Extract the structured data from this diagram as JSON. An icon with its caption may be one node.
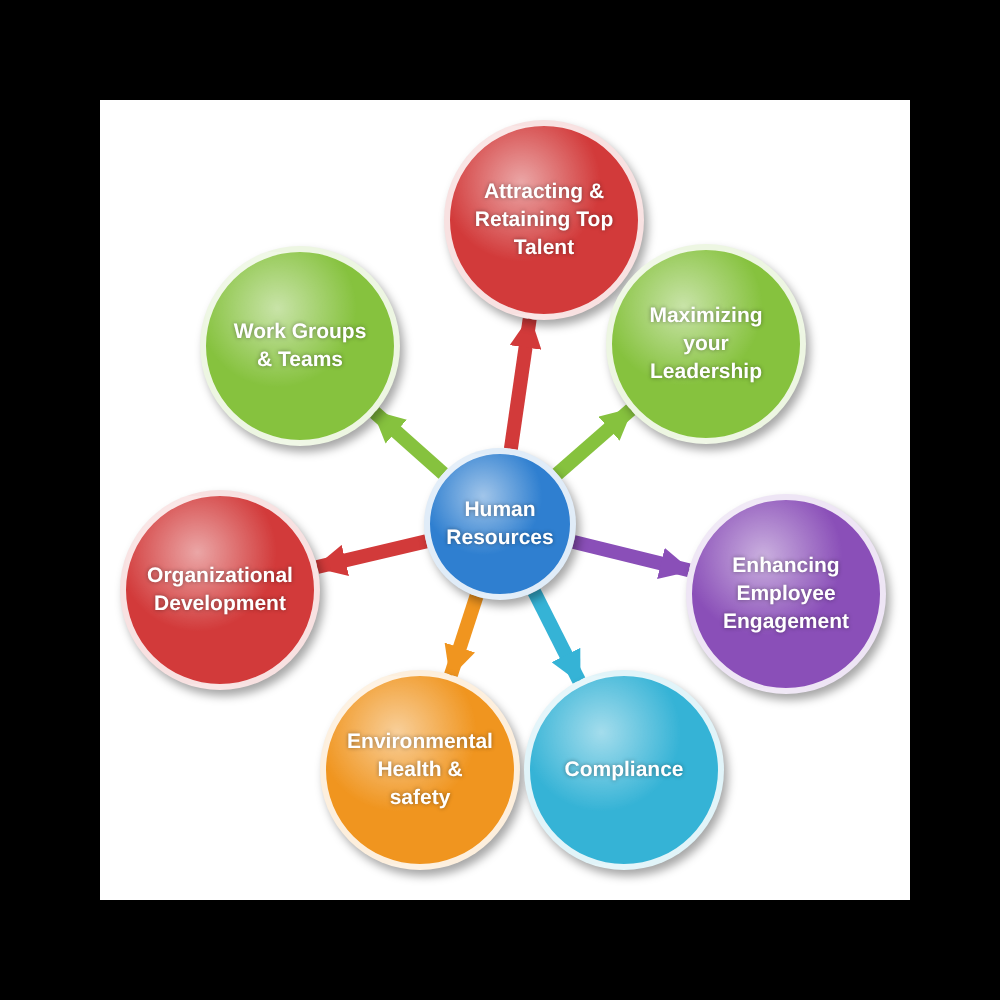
{
  "diagram": {
    "nodes": [
      {
        "text": [
          "Attracting & Retaining Top Talent"
        ]
      },
      {
        "text": [
          "Work Groups & Teams"
        ]
      },
      {
        "text": [
          "Maximizing your Leadership"
        ]
      },
      {
        "text": [
          "Human Resources"
        ]
      },
      {
        "text": [
          "Organizational Development"
        ]
      },
      {
        "text": [
          "Enhancing Employee Engagement"
        ]
      },
      {
        "text": [
          "Environmental Health & safety"
        ]
      },
      {
        "text": [
          "Compliance"
        ]
      }
    ],
    "edges": [
      {
        "from": 3,
        "to": 0,
        "arrow": "to",
        "color": "#d23a3a"
      },
      {
        "from": 3,
        "to": 1,
        "arrow": "to",
        "color": "#86c23e"
      },
      {
        "from": 3,
        "to": 2,
        "arrow": "to",
        "color": "#86c23e"
      },
      {
        "from": 3,
        "to": 4,
        "arrow": "to",
        "color": "#d23a3a"
      },
      {
        "from": 3,
        "to": 5,
        "arrow": "to",
        "color": "#8a4fb8"
      },
      {
        "from": 3,
        "to": 6,
        "arrow": "to",
        "color": "#f0951f"
      },
      {
        "from": 3,
        "to": 7,
        "arrow": "to",
        "color": "#35b3d6"
      }
    ]
  }
}
